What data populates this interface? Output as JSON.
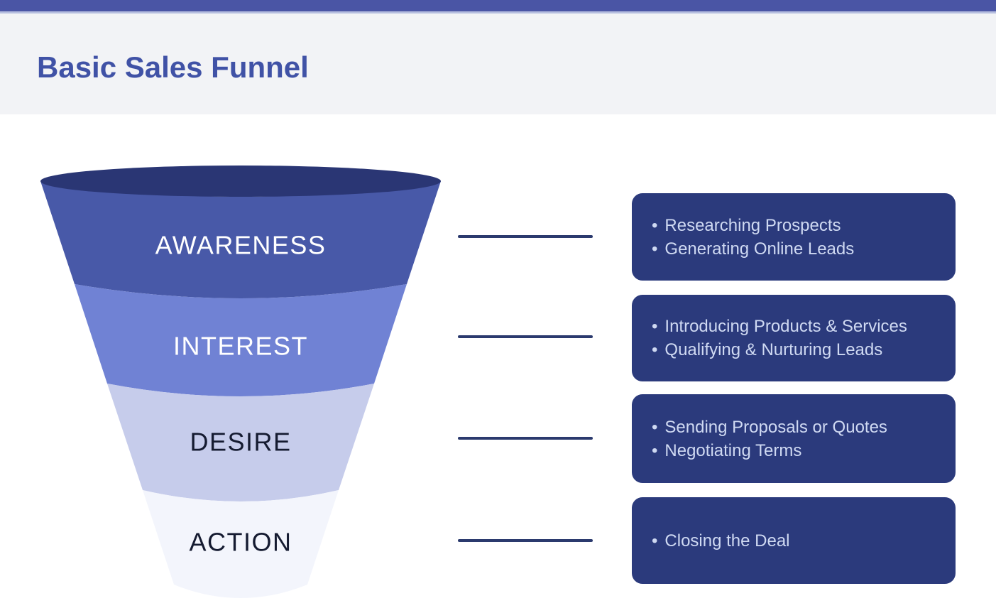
{
  "header": {
    "title": "Basic Sales Funnel",
    "title_color": "#4052a6",
    "top_bar_color": "#4a55a5",
    "band_color": "#f2f3f6"
  },
  "bullet": "•",
  "funnel": {
    "opening_color": "#2a3674",
    "stages": [
      {
        "label": "AWARENESS",
        "color": "#4859a8",
        "text_color": "#ffffff"
      },
      {
        "label": "INTEREST",
        "color": "#7082d4",
        "text_color": "#ffffff"
      },
      {
        "label": "DESIRE",
        "color": "#c6cceb",
        "text_color": "#151b31"
      },
      {
        "label": "ACTION",
        "color": "#f3f5fc",
        "text_color": "#151b31"
      }
    ]
  },
  "connector_color": "#2b3a6e",
  "boxes": [
    {
      "box_color": "#2b3a7c",
      "text_color": "#cfd9f2",
      "items": [
        "Researching Prospects",
        "Generating Online Leads"
      ]
    },
    {
      "box_color": "#2b3a7c",
      "text_color": "#cfd9f2",
      "items": [
        "Introducing Products & Services",
        "Qualifying & Nurturing Leads"
      ]
    },
    {
      "box_color": "#2b3a7c",
      "text_color": "#cfd9f2",
      "items": [
        "Sending Proposals or Quotes",
        "Negotiating Terms"
      ]
    },
    {
      "box_color": "#2b3a7c",
      "text_color": "#cfd9f2",
      "items": [
        "Closing the Deal"
      ]
    }
  ]
}
